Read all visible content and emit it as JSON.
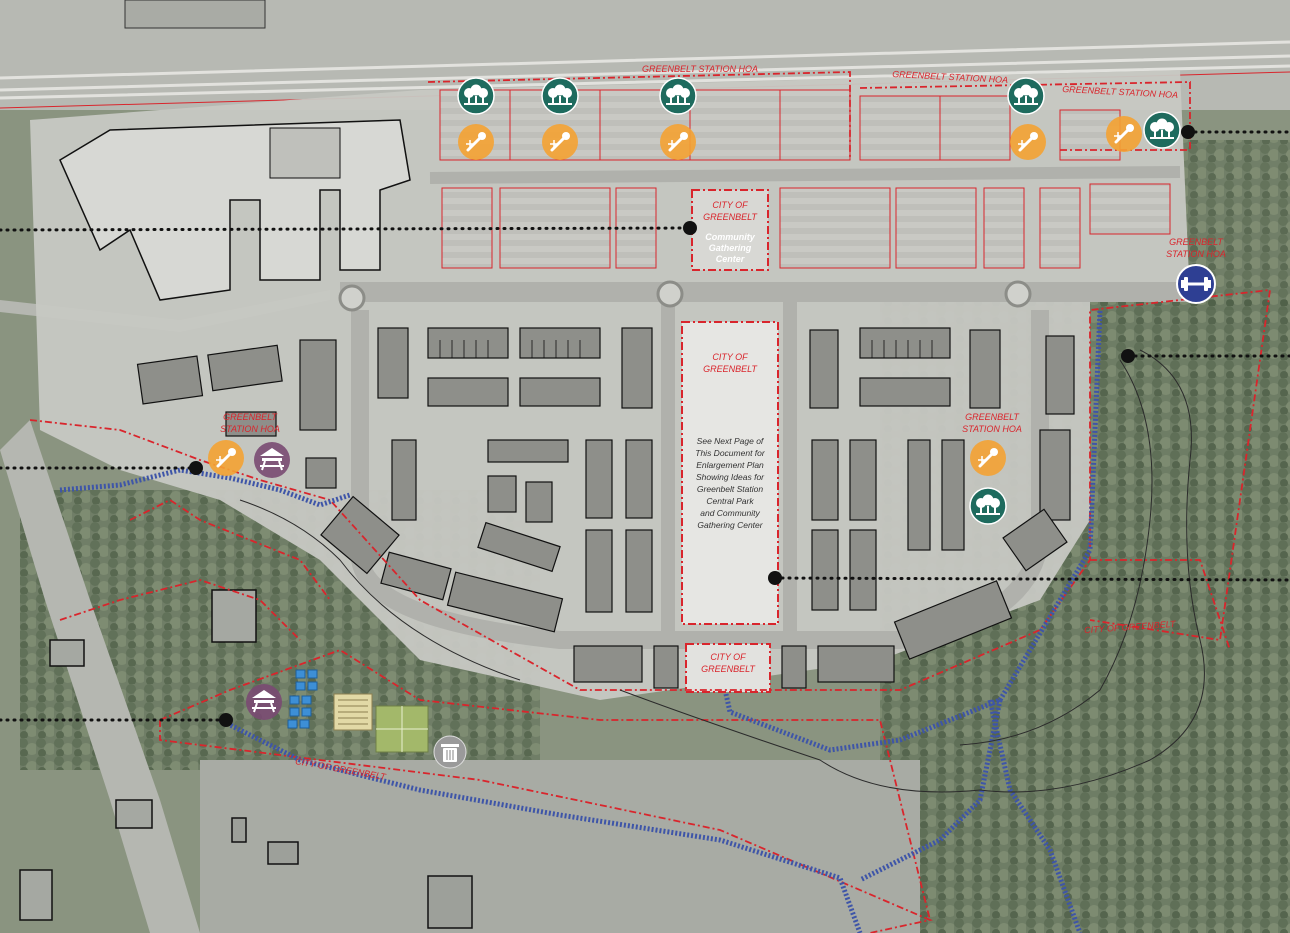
{
  "colors": {
    "boundary_red": "#d9252c",
    "trail_blue": "#3e55a8",
    "teal_icon": "#1e6b5e",
    "orange_icon": "#f4a233",
    "purple_icon": "#7a4a72",
    "navy_icon": "#2e3f93",
    "gray_icon": "#9a9a9a"
  },
  "labels": {
    "hoa_top_1": "GREENBELT STATION HOA",
    "hoa_top_2": "GREENBELT STATION HOA",
    "hoa_top_3": "GREENBELT STATION HOA",
    "hoa_right_1": "GREENBELT",
    "hoa_right_2": "STATION HOA",
    "hoa_west_1": "GREENBELT",
    "hoa_west_2": "STATION HOA",
    "hoa_east_1": "GREENBELT",
    "hoa_east_2": "STATION HOA",
    "city_top_1": "CITY OF",
    "city_top_2": "GREENBELT",
    "community_1": "Community",
    "community_2": "Gathering",
    "community_3": "Center",
    "city_park_1": "CITY OF",
    "city_park_2": "GREENBELT",
    "city_south_1": "CITY OF",
    "city_south_2": "GREENBELT",
    "city_east": "CITY OF GREENBELT",
    "city_southwest": "CITY OF GREENBELT"
  },
  "note_lines": [
    "See Next Page of",
    "This Document for",
    "Enlargement Plan",
    "Showing Ideas for",
    "Greenbelt Station",
    "Central Park",
    "and Community",
    "Gathering Center"
  ],
  "icons": {
    "tree": "tree-cluster-icon",
    "plaza": "gathering-plaza-icon",
    "picnic": "picnic-table-icon",
    "fitness": "dumbbell-icon",
    "trash": "trash-can-icon",
    "solar": "solar-panel-icon",
    "garden": "community-garden-icon",
    "field": "playing-field-icon"
  }
}
